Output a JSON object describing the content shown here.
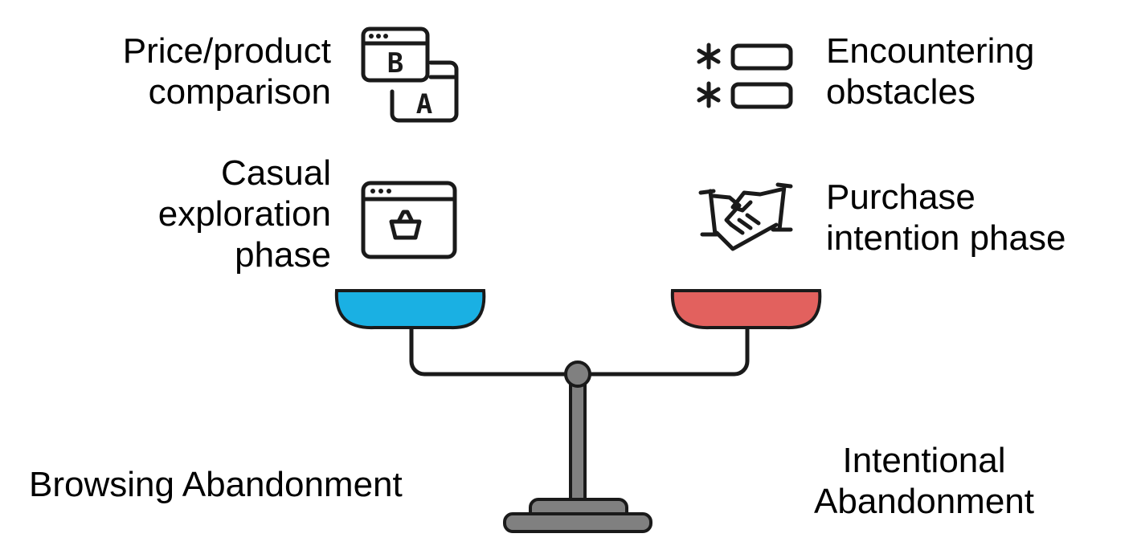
{
  "left_side": {
    "item1": {
      "line1": "Price/product",
      "line2": "comparison",
      "icon": "ab-browser-windows-icon"
    },
    "item2": {
      "line1": "Casual",
      "line2": "exploration",
      "line3": "phase",
      "icon": "shopping-basket-browser-icon"
    },
    "pan_color": "#1AB0E3",
    "caption": "Browsing Abandonment"
  },
  "right_side": {
    "item1": {
      "line1": "Encountering",
      "line2": "obstacles",
      "icon": "password-fields-icon"
    },
    "item2": {
      "line1": "Purchase",
      "line2": "intention phase",
      "icon": "handshake-icon"
    },
    "pan_color": "#E2615E",
    "caption_line1": "Intentional",
    "caption_line2": "Abandonment"
  },
  "icon_glyphs": {
    "window_b": "B",
    "window_a": "A"
  },
  "colors": {
    "stroke": "#1a1a1a",
    "metal": "#808080"
  }
}
